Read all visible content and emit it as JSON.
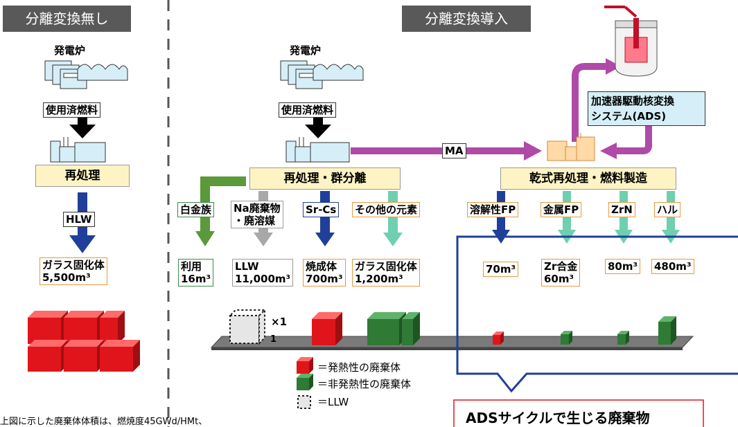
{
  "left": {
    "header": "分離変換無し",
    "reactor_label": "発電炉",
    "fuel_label": "使用済燃料",
    "reprocess_label": "再処理",
    "hlw_label": "HLW",
    "glass_label": "ガラス固化体",
    "glass_volume": "5,500m³"
  },
  "right": {
    "header": "分離変換導入",
    "reactor_label": "発電炉",
    "fuel_label": "使用済燃料",
    "reprocess_label": "再処理・群分離",
    "ma_label": "MA",
    "ads_label_line1": "加速器駆動核変換",
    "ads_label_line2": "システム(ADS)",
    "dry_label": "乾式再処理・燃料製造",
    "streams": [
      {
        "label": "白金族",
        "result_line1": "利用",
        "result_line2": "16m³"
      },
      {
        "label_line1": "Na廃棄物",
        "label_line2": "・廃溶媒",
        "result_line1": "LLW",
        "result_line2": "11,000m³"
      },
      {
        "label": "Sr-Cs",
        "result_line1": "焼成体",
        "result_line2": "700m³"
      },
      {
        "label": "その他の元素",
        "result_line1": "ガラス固化体",
        "result_line2": "1,200m³"
      }
    ],
    "ads_streams": [
      {
        "label": "溶解性FP",
        "result": "70m³"
      },
      {
        "label": "金属FP",
        "result_line1": "Zr合金",
        "result_line2": "60m³"
      },
      {
        "label": "ZrN",
        "result": "80m³"
      },
      {
        "label": "ハル",
        "result": "480m³"
      }
    ],
    "scale_x": "×1",
    "scale_y": "1"
  },
  "legend": {
    "heat": "＝発熱性の廃棄体",
    "nonheat": "＝非発熱性の廃棄体",
    "llw": "＝LLW"
  },
  "ads_cycle_label": "ADSサイクルで生じる廃棄物",
  "footnote": "上図に示した廃棄体体積は、燃焼度45GWd/HMt、",
  "colors": {
    "purple": "#b04aa8",
    "green": "#5a9a3a",
    "gray": "#a8a8a8",
    "navy": "#1f3f9a",
    "teal": "#6fcfb0",
    "red": "#e0151b",
    "darkgreen": "#2f7a34",
    "cream": "#fdf3c4"
  }
}
